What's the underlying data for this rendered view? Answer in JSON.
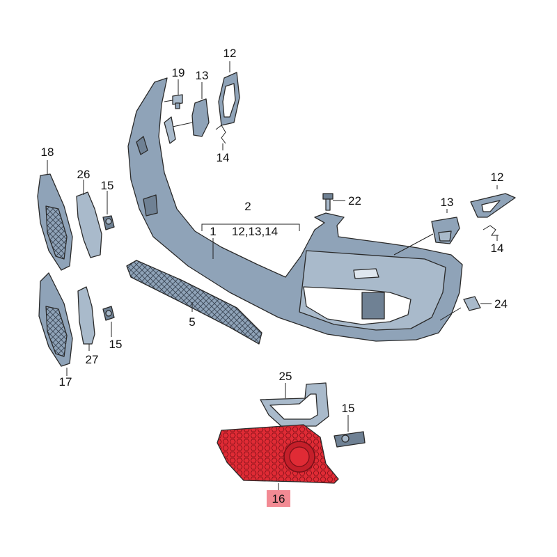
{
  "callouts": {
    "c1": "1",
    "c2": "2",
    "c2_sub": "12,13,14",
    "c5": "5",
    "c12a": "12",
    "c12b": "12",
    "c13a": "13",
    "c13b": "13",
    "c14a": "14",
    "c14b": "14",
    "c15a": "15",
    "c15b": "15",
    "c15c": "15",
    "c16": "16",
    "c17": "17",
    "c18": "18",
    "c19": "19",
    "c22": "22",
    "c24": "24",
    "c25": "25",
    "c26": "26",
    "c27": "27"
  },
  "colors": {
    "part_fill": "#8fa3b8",
    "part_fill_light": "#a9bacb",
    "highlight": "#e02b35",
    "highlight_label_bg": "#f28a93"
  }
}
